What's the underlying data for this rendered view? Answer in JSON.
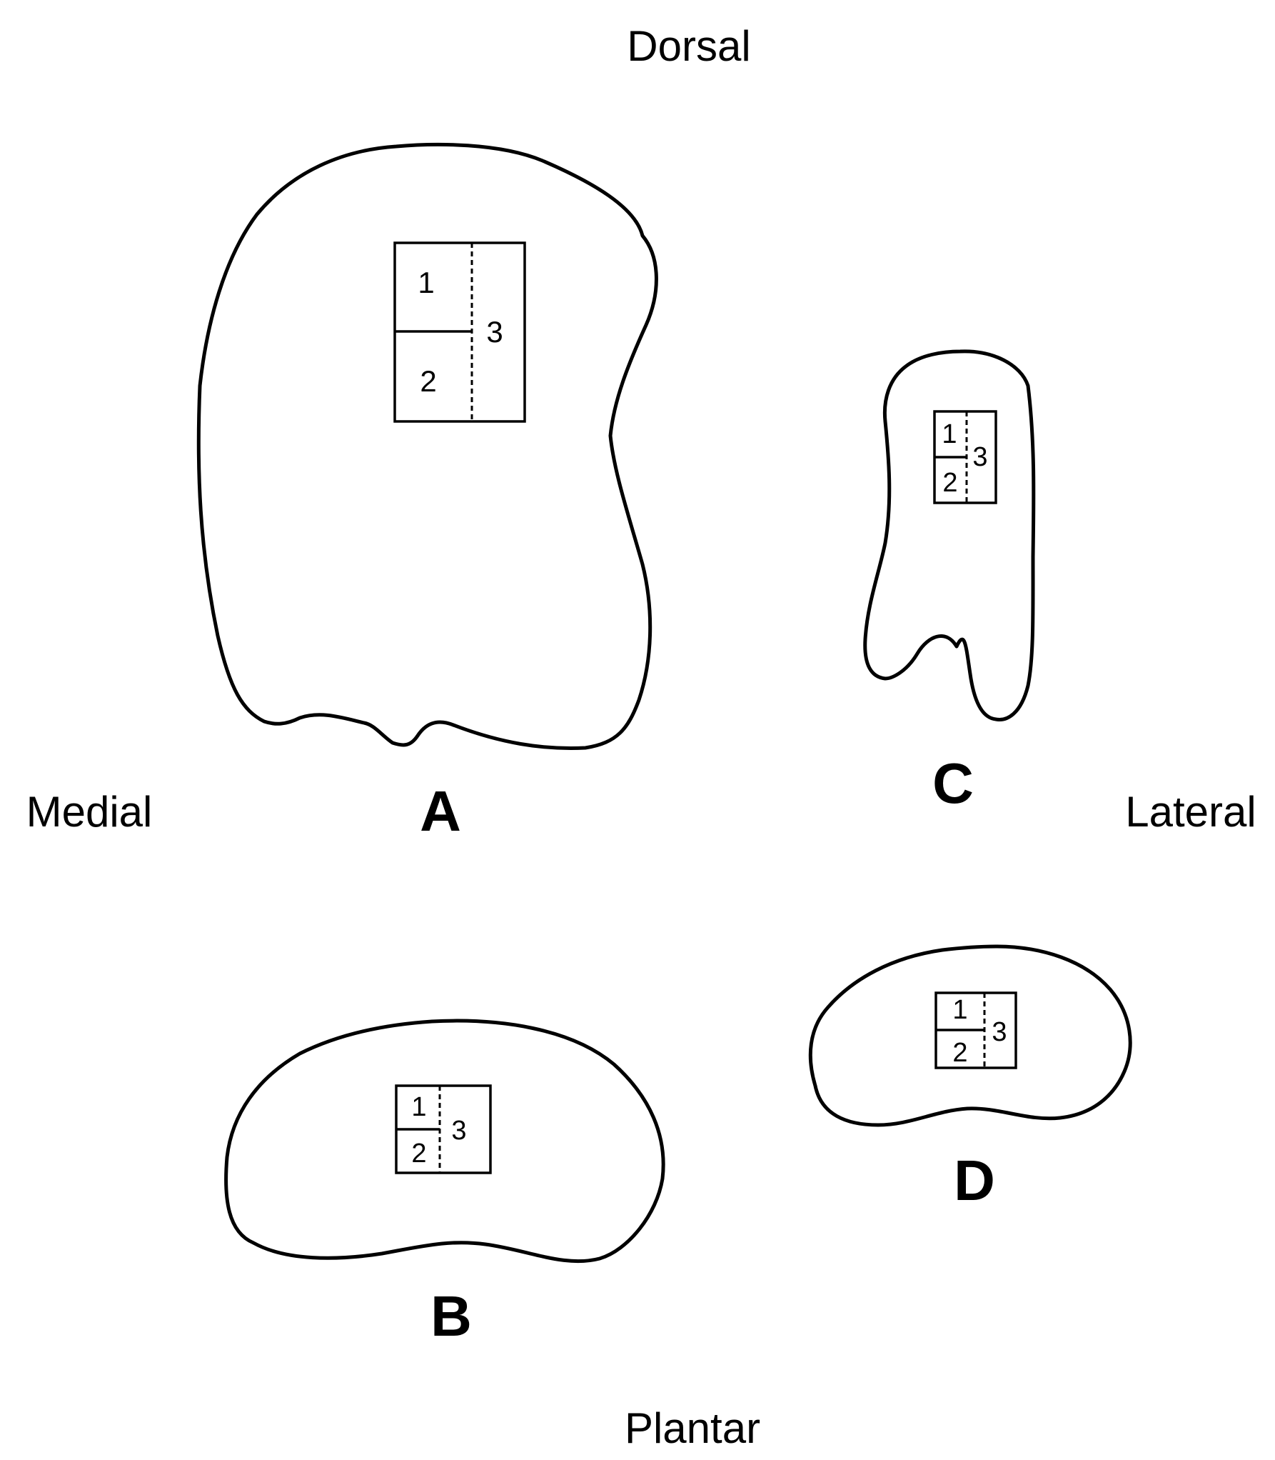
{
  "orientation": {
    "top": "Dorsal",
    "bottom": "Plantar",
    "left": "Medial",
    "right": "Lateral"
  },
  "sections": [
    {
      "letter": "A",
      "regions": [
        "1",
        "2",
        "3"
      ]
    },
    {
      "letter": "B",
      "regions": [
        "1",
        "2",
        "3"
      ]
    },
    {
      "letter": "C",
      "regions": [
        "1",
        "2",
        "3"
      ]
    },
    {
      "letter": "D",
      "regions": [
        "1",
        "2",
        "3"
      ]
    }
  ]
}
